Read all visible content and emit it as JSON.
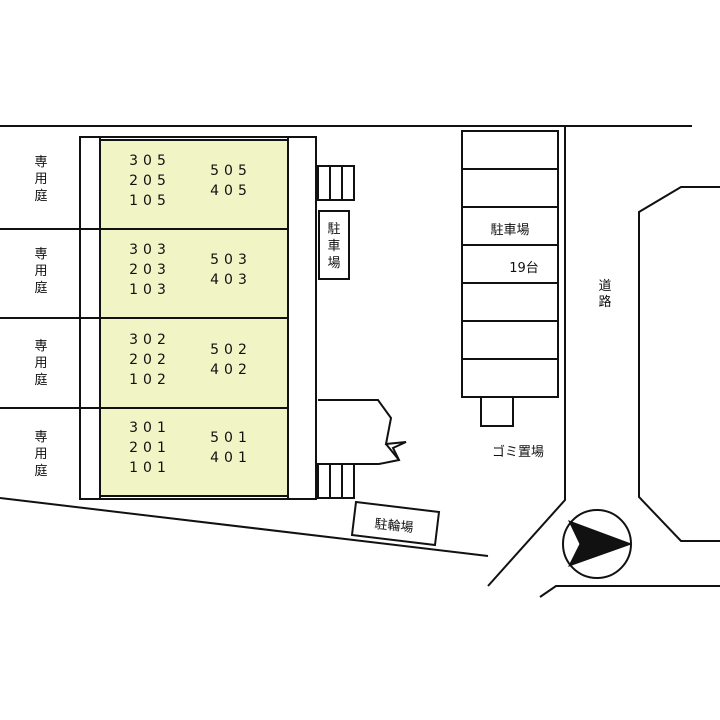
{
  "gardens": [
    "専用庭",
    "専用庭",
    "専用庭",
    "専用庭"
  ],
  "blocks": [
    {
      "left": [
        "305",
        "205",
        "105"
      ],
      "right": [
        "505",
        "405"
      ]
    },
    {
      "left": [
        "303",
        "203",
        "103"
      ],
      "right": [
        "503",
        "403"
      ]
    },
    {
      "left": [
        "302",
        "202",
        "102"
      ],
      "right": [
        "502",
        "402"
      ]
    },
    {
      "left": [
        "301",
        "201",
        "101"
      ],
      "right": [
        "501",
        "401"
      ]
    }
  ],
  "parking_small": "駐車場",
  "parking_lot": {
    "label": "駐車場",
    "capacity": "19台"
  },
  "garbage": "ゴミ置場",
  "road": "道路",
  "bicycle": "駐輪場",
  "colors": {
    "unit_fill": "#f1f5c6",
    "line": "#111111"
  }
}
